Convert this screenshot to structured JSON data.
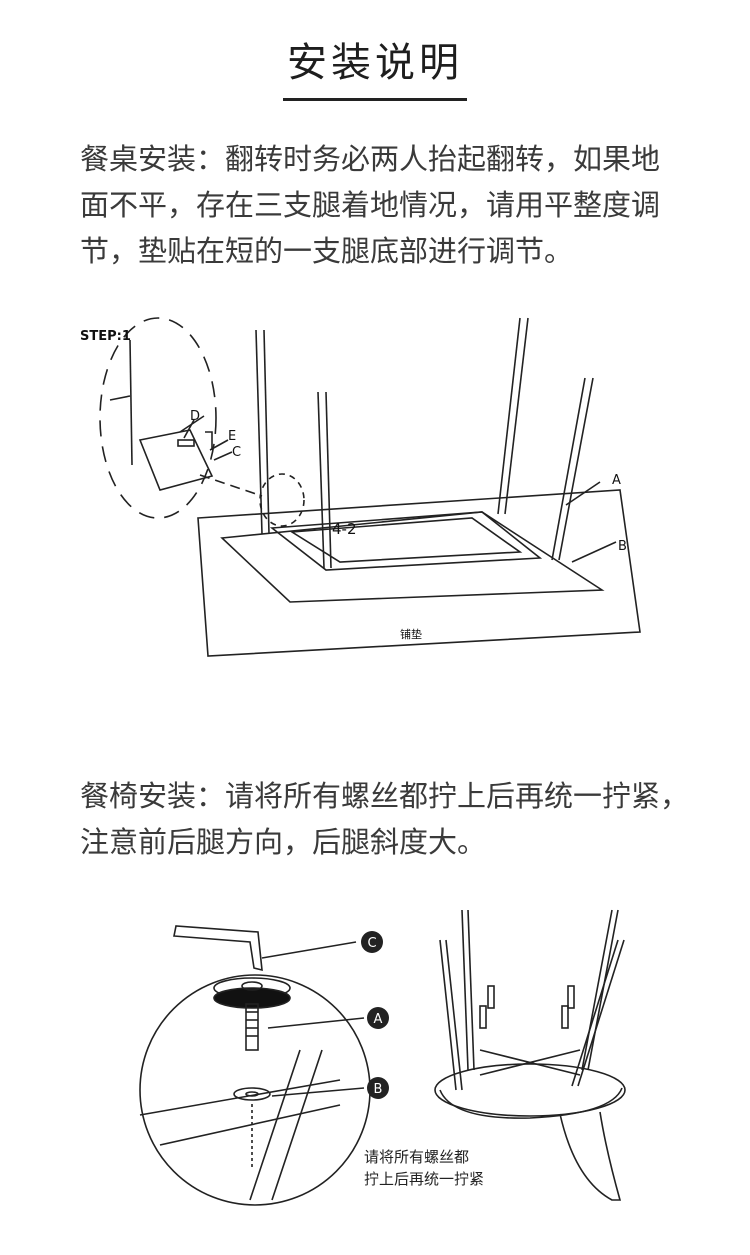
{
  "title": "安装说明",
  "table_section": {
    "lines": [
      "餐桌安装：翻转时务必两人抬起翻转，如果地",
      "面不平，存在三支腿着地情况，请用平整度调",
      "节，垫贴在短的一支腿底部进行调节。"
    ],
    "figure": {
      "step_label": "STEP:1",
      "part_d": "D",
      "part_e": "E",
      "part_c": "C",
      "part_a": "A",
      "part_b": "B",
      "part_number": "4-2",
      "mat_label": "铺垫"
    }
  },
  "chair_section": {
    "lines": [
      "餐椅安装：请将所有螺丝都拧上后再统一拧紧，",
      "注意前后腿方向，后腿斜度大。"
    ],
    "figure": {
      "label_c": "C",
      "label_a": "A",
      "label_b": "B",
      "note_line1": "请将所有螺丝都",
      "note_line2": "拧上后再统一拧紧"
    }
  }
}
